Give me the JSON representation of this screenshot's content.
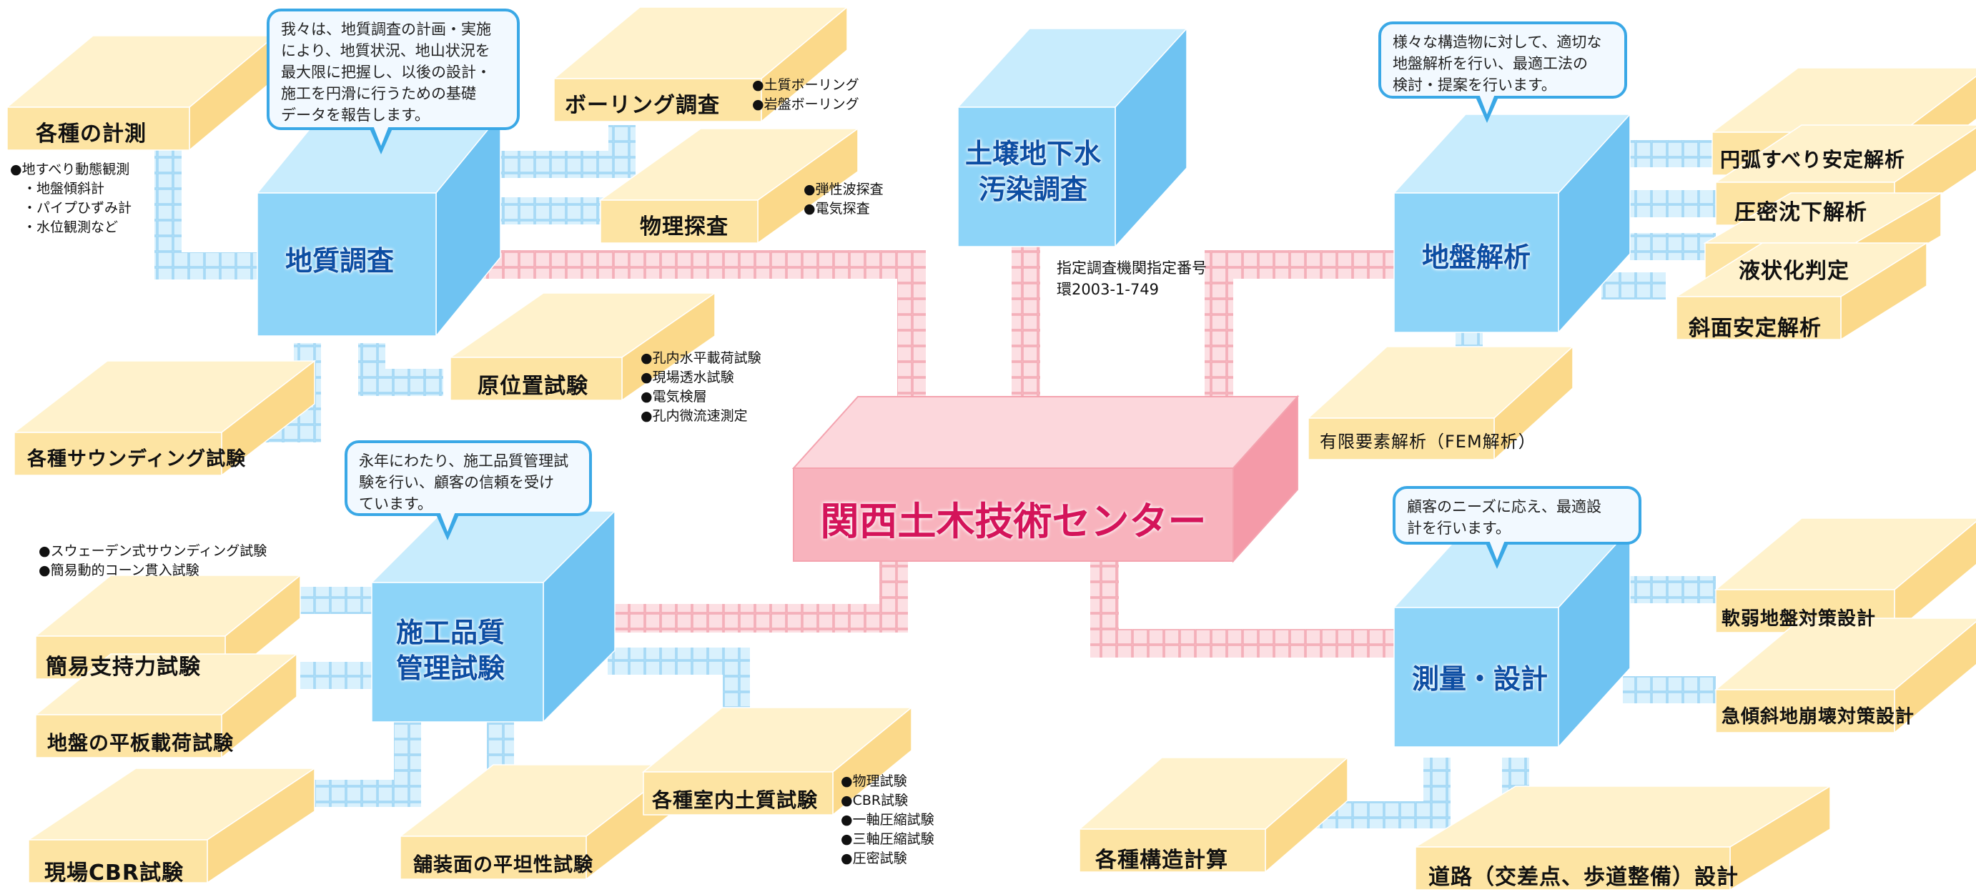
{
  "center": {
    "label": "関西土木技術センター"
  },
  "cubes": {
    "chishitsu": "地質調査",
    "sekou_line1": "施工品質",
    "sekou_line2": "管理試験",
    "dojo_line1": "土壌地下水",
    "dojo_line2": "汚染調査",
    "jiban": "地盤解析",
    "sokuryo": "測量・設計"
  },
  "registration": {
    "line1": "指定調査機関指定番号",
    "line2": "環2003-1-749"
  },
  "bubbles": {
    "chishitsu": [
      "我々は、地質調査の計画・実施",
      "により、地質状況、地山状況を",
      "最大限に把握し、以後の設計・",
      "施工を円滑に行うための基礎",
      "データを報告します。"
    ],
    "sekou": [
      "永年にわたり、施工品質管理試",
      "験を行い、顧客の信頼を受け",
      "ています。"
    ],
    "jiban": [
      "様々な構造物に対して、適切な",
      "地盤解析を行い、最適工法の",
      "検討・提案を行います。"
    ],
    "sokuryo": [
      "顧客のニーズに応え、最適設",
      "計を行います。"
    ]
  },
  "boxes": {
    "keisoku": "各種の計測",
    "boring": "ボーリング調査",
    "butsuri": "物理探査",
    "genichi": "原位置試験",
    "sounding": "各種サウンディング試験",
    "kan_i": "簡易支持力試験",
    "heiban": "地盤の平板載荷試験",
    "cbr": "現場CBR試験",
    "hosou": "舗装面の平坦性試験",
    "shitsunai": "各種室内土質試験",
    "enko": "円弧すべり安定解析",
    "atsumitsu": "圧密沈下解析",
    "ekijo": "液状化判定",
    "shamen": "斜面安定解析",
    "fem": "有限要素解析（FEM解析）",
    "nanjaku": "軟弱地盤対策設計",
    "kyukei": "急傾斜地崩壊対策設計",
    "kozo": "各種構造計算",
    "doro": "道路（交差点、歩道整備）設計"
  },
  "bullets": {
    "keisoku_head": "●地すべり動態観測",
    "keisoku_sub": [
      "・地盤傾斜計",
      "・パイプひずみ計",
      "・水位観測など"
    ],
    "boring": [
      "●土質ボーリング",
      "●岩盤ボーリング"
    ],
    "butsuri": [
      "●弾性波探査",
      "●電気探査"
    ],
    "genichi": [
      "●孔内水平載荷試験",
      "●現場透水試験",
      "●電気検層",
      "●孔内微流速測定"
    ],
    "sounding": [
      "●スウェーデン式サウンディング試験",
      "●簡易動的コーン貫入試験"
    ],
    "shitsunai": [
      "●物理試験",
      "●CBR試験",
      "●一軸圧縮試験",
      "●三軸圧縮試験",
      "●圧密試験"
    ]
  },
  "colors": {
    "cube_front": "#8dd4f8",
    "cube_top": "#c8ecfd",
    "cube_side": "#6fc3f2",
    "box_front": "#fde4a3",
    "box_top": "#fff2cc",
    "box_side": "#fbd98a",
    "center_front": "#f8b3bd",
    "center_top": "#fcd7dc",
    "center_side": "#f49aa8",
    "pipe_blue": "#bfe6fb",
    "pipe_pink": "#f9c6cd",
    "cube_label": "#0d4ea3",
    "center_label": "#d4145a",
    "bubble_border": "#3aa8e6"
  }
}
